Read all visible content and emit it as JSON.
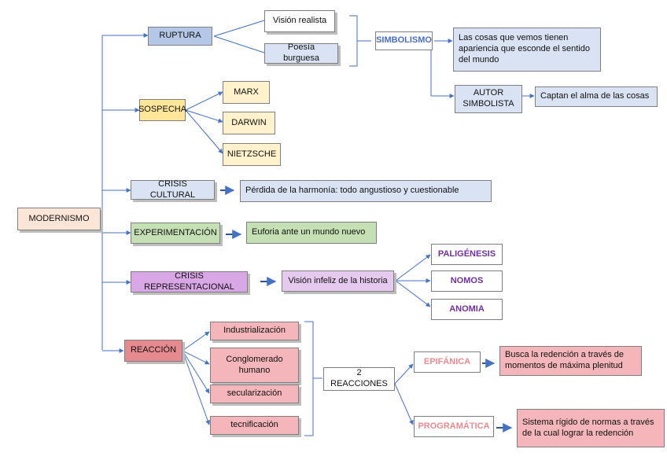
{
  "colors": {
    "line": "#4472c4",
    "arrow": "#2f5597"
  },
  "nodes": {
    "modernismo": "MODERNISMO",
    "ruptura": "RUPTURA",
    "vision_realista": "Visión realista",
    "poesia_burguesa": "Poesía burguesa",
    "simbolismo": "SIMBOLISMO",
    "simbolismo_desc": "Las cosas que vemos tienen apariencia que esconde el sentido del mundo",
    "autor_simbolista": "AUTOR SIMBOLISTA",
    "autor_desc": "Captan el alma de las cosas",
    "sospecha": "SOSPECHA",
    "marx": "MARX",
    "darwin": "DARWIN",
    "nietzsche": "NIETZSCHE",
    "crisis_cultural": "CRISIS CULTURAL",
    "crisis_cultural_desc": "Pérdida de la harmonía: todo angustioso y cuestionable",
    "experimentacion": "EXPERIMENTACIÓN",
    "experimentacion_desc": "Euforia ante un mundo nuevo",
    "crisis_representacional": "CRISIS REPRESENTACIONAL",
    "crisis_repr_desc": "Visión infeliz de la historia",
    "paligenesis": "PALIGÉNESIS",
    "nomos": "NOMOS",
    "anomia": "ANOMIA",
    "reaccion": "REACCIÓN",
    "industrializacion": "Industrialización",
    "conglomerado": "Conglomerado humano",
    "secularizacion": "secularización",
    "tecnificacion": "tecnificación",
    "dos_reacciones": "2 REACCIONES",
    "epifanica": "EPIFÁNICA",
    "epifanica_desc": "Busca la redención a través de momentos de máxima plenitud",
    "programatica": "PROGRAMÁTICA",
    "programatica_desc": "Sistema rígido de normas a través de la cual lograr la redención"
  }
}
